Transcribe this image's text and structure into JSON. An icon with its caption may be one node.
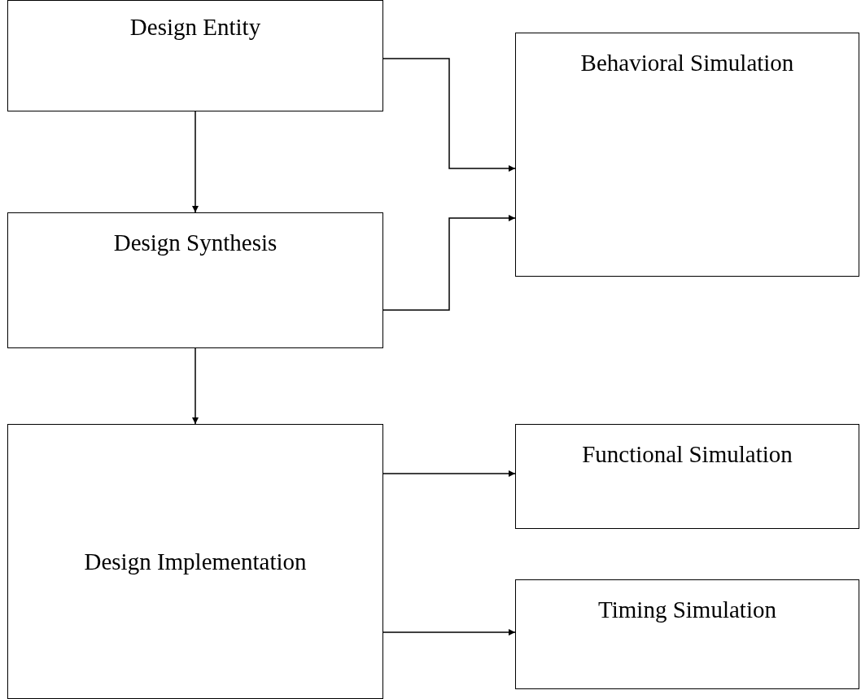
{
  "diagram": {
    "nodes": [
      {
        "text": [
          "Design Entity"
        ]
      },
      {
        "text": [
          "Behavioral Simulation"
        ]
      },
      {
        "text": [
          "Design Synthesis"
        ]
      },
      {
        "text": [
          "Design Implementation"
        ]
      },
      {
        "text": [
          "Functional Simulation"
        ]
      },
      {
        "text": [
          "Timing Simulation"
        ]
      }
    ],
    "edges": [
      {
        "from": 0,
        "to": 1,
        "arrow": "to"
      },
      {
        "from": 0,
        "to": 2,
        "arrow": "to"
      },
      {
        "from": 2,
        "to": 1,
        "arrow": "to"
      },
      {
        "from": 2,
        "to": 3,
        "arrow": "to"
      },
      {
        "from": 3,
        "to": 4,
        "arrow": "to"
      },
      {
        "from": 3,
        "to": 5,
        "arrow": "to"
      }
    ]
  }
}
